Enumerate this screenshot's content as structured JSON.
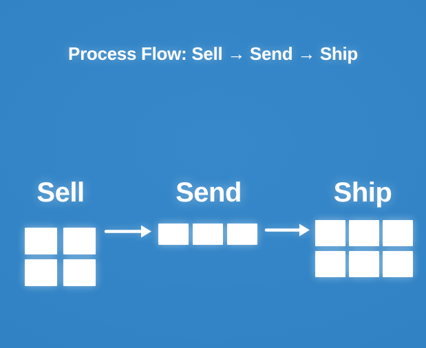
{
  "title": {
    "text": "Process Flow: Sell → Send → Ship"
  },
  "stages": [
    {
      "id": "sell",
      "label": "Sell",
      "unit_count": 4,
      "grid": {
        "rows": 2,
        "cols": 2
      }
    },
    {
      "id": "send",
      "label": "Send",
      "unit_count": 3,
      "grid": {
        "rows": 1,
        "cols": 3
      }
    },
    {
      "id": "ship",
      "label": "Ship",
      "unit_count": 6,
      "grid": {
        "rows": 2,
        "cols": 3
      }
    }
  ],
  "arrows": [
    {
      "from": "Sell",
      "to": "Send"
    },
    {
      "from": "Send",
      "to": "Ship"
    }
  ],
  "colors": {
    "background": "#3285c6",
    "box": "#ffffff",
    "text": "#ffffff"
  }
}
